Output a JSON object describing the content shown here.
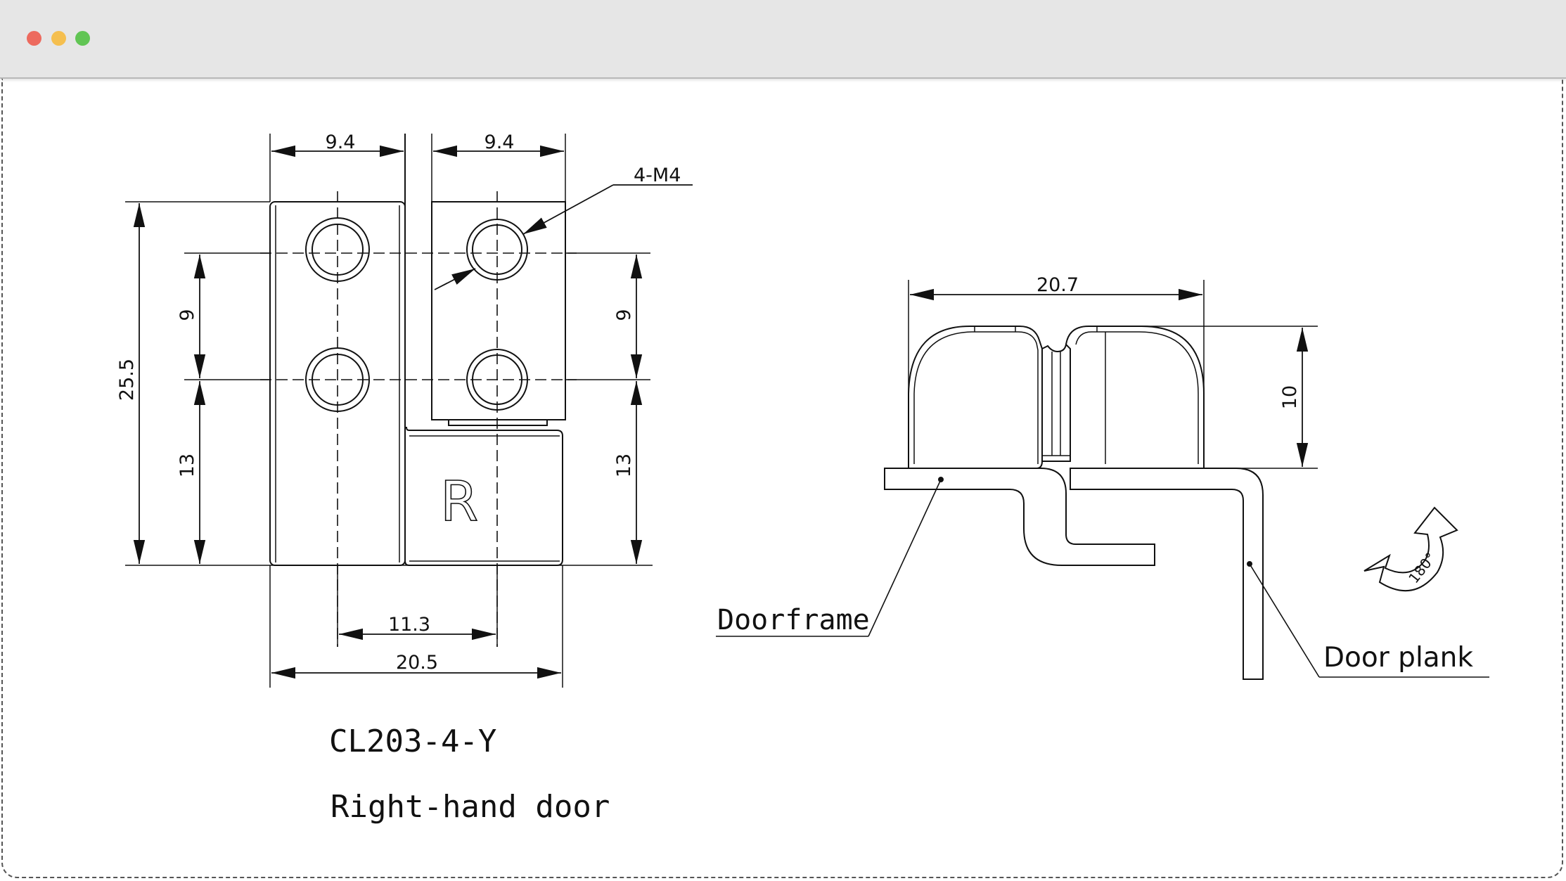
{
  "window": {
    "controls": [
      "close",
      "minimize",
      "maximize"
    ],
    "colors": {
      "close": "#ed6a5e",
      "minimize": "#f5bf4f",
      "maximize": "#61c554"
    }
  },
  "front_view": {
    "dim_top_left": "9.4",
    "dim_top_right": "9.4",
    "dim_height": "25.5",
    "dim_left_upper": "9",
    "dim_left_lower": "13",
    "dim_right_upper": "9",
    "dim_right_lower": "13",
    "dim_hole_spacing": "11.3",
    "dim_total_width": "20.5",
    "thread_callout": "4-M4",
    "side_mark": "R"
  },
  "side_view": {
    "dim_width": "20.7",
    "dim_height": "10",
    "doorframe_label": "Doorframe",
    "door_plank_label": "Door plank",
    "rotation_label": "180°"
  },
  "product": {
    "model": "CL203-4-Y",
    "description": "Right-hand door"
  }
}
